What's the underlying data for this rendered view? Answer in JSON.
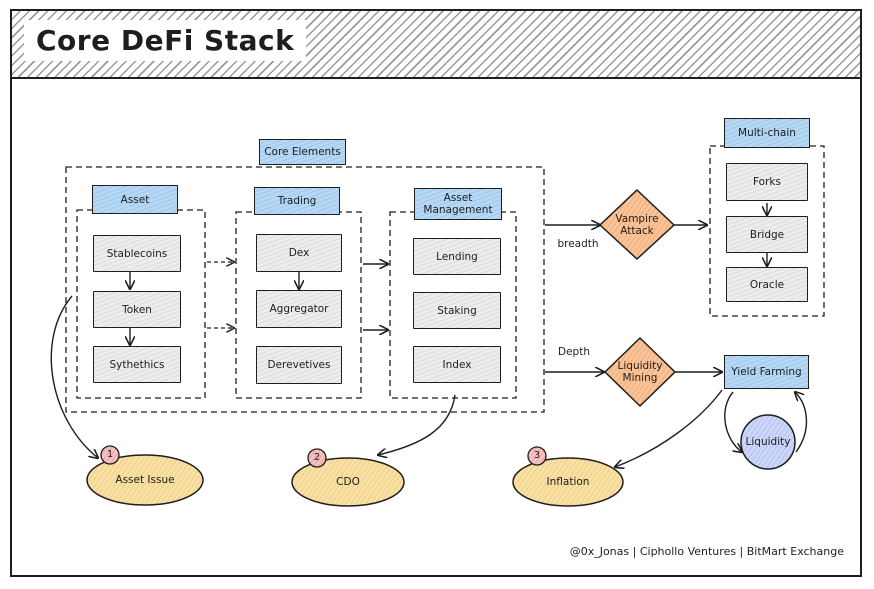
{
  "title": "Core DeFi Stack",
  "core_elements": "Core Elements",
  "columns": {
    "asset": {
      "label": "Asset",
      "items": [
        "Stablecoins",
        "Token",
        "Sythethics"
      ]
    },
    "trading": {
      "label": "Trading",
      "items": [
        "Dex",
        "Aggregator",
        "Derevetives"
      ]
    },
    "asset_management": {
      "label": "Asset\nManagement",
      "items": [
        "Lending",
        "Staking",
        "Index"
      ]
    }
  },
  "multichain": {
    "label": "Multi-chain",
    "items": [
      "Forks",
      "Bridge",
      "Oracle"
    ]
  },
  "vampire_attack": "Vampire\nAttack",
  "liquidity_mining": "Liquidity\nMining",
  "edge_breadth": "breadth",
  "edge_depth": "Depth",
  "yield_farming": "Yield Farming",
  "liquidity": "Liquidity",
  "outcomes": [
    {
      "num": "1",
      "label": "Asset Issue"
    },
    {
      "num": "2",
      "label": "CDO"
    },
    {
      "num": "3",
      "label": "Inflation"
    }
  ],
  "footer": "@0x_Jonas | Ciphollo Ventures | BitMart Exchange",
  "colors": {
    "tag": "#a8d0f0",
    "diamond": "#f7b98a",
    "ellipse": "#f7dc9c",
    "circle": "#c7d2f7",
    "box": "#e6e6e6",
    "stroke": "#1e1e1e"
  }
}
